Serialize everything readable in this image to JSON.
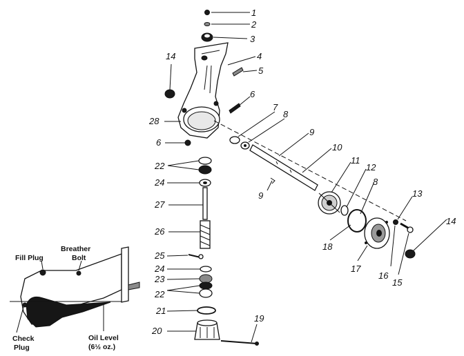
{
  "part_numbers": [
    "1",
    "2",
    "3",
    "4",
    "5",
    "6",
    "7",
    "8",
    "9",
    "10",
    "11",
    "12",
    "8",
    "13",
    "14",
    "15",
    "16",
    "17",
    "18",
    "9",
    "19",
    "20",
    "21",
    "22",
    "23",
    "24",
    "25",
    "26",
    "27",
    "24",
    "22",
    "28",
    "6",
    "14"
  ],
  "inset": {
    "fill_plug": "Fill Plug",
    "breather_bolt_line1": "Breather",
    "breather_bolt_line2": "Bolt",
    "check_plug_line1": "Check",
    "check_plug_line2": "Plug",
    "oil_level_line1": "Oil Level",
    "oil_level_line2": "(6½ oz.)"
  }
}
